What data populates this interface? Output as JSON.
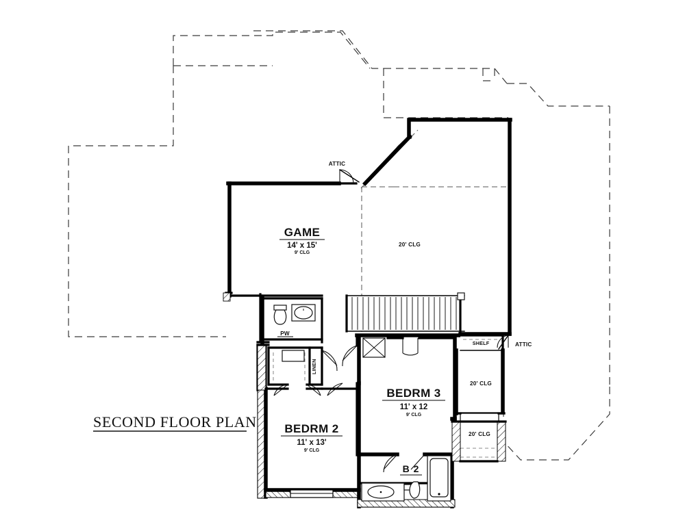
{
  "document": {
    "type": "architectural-floor-plan",
    "title": "SECOND FLOOR PLAN",
    "background_color": "#ffffff",
    "line_color": "#000000"
  },
  "title_block": {
    "label": "SECOND FLOOR PLAN",
    "underlined": true
  },
  "rooms": [
    {
      "id": "game",
      "name": "GAME",
      "dimensions": "14' x 15'",
      "ceiling": "9' CLG",
      "name_underlined": true
    },
    {
      "id": "bedrm2",
      "name": "BEDRM 2",
      "dimensions": "11' x 13'",
      "ceiling": "9' CLG",
      "name_underlined": true
    },
    {
      "id": "bedrm3",
      "name": "BEDRM 3",
      "dimensions": "11' x 12",
      "ceiling": "9' CLG",
      "name_underlined": true
    },
    {
      "id": "powder",
      "name": "PW",
      "dimensions": "",
      "ceiling": "",
      "name_underlined": true
    },
    {
      "id": "bath2",
      "name": "B 2",
      "dimensions": "",
      "ceiling": "",
      "name_underlined": true
    }
  ],
  "annotations": [
    {
      "id": "attic-upper",
      "label": "ATTIC"
    },
    {
      "id": "attic-right",
      "label": "ATTIC"
    },
    {
      "id": "clg-open-to-below",
      "label": "20' CLG"
    },
    {
      "id": "clg-right-upper",
      "label": "20' CLG"
    },
    {
      "id": "clg-right-lower",
      "label": "20' CLG"
    },
    {
      "id": "shelf",
      "label": "SHELF"
    },
    {
      "id": "linen",
      "label": "LINEN"
    }
  ],
  "features": {
    "stair_rail": "balustrade-with-balusters",
    "dashed_outline": "roof-and-lower-floor-footprint-below",
    "hatched_walls": "exterior-brick-veneer-hatch"
  }
}
